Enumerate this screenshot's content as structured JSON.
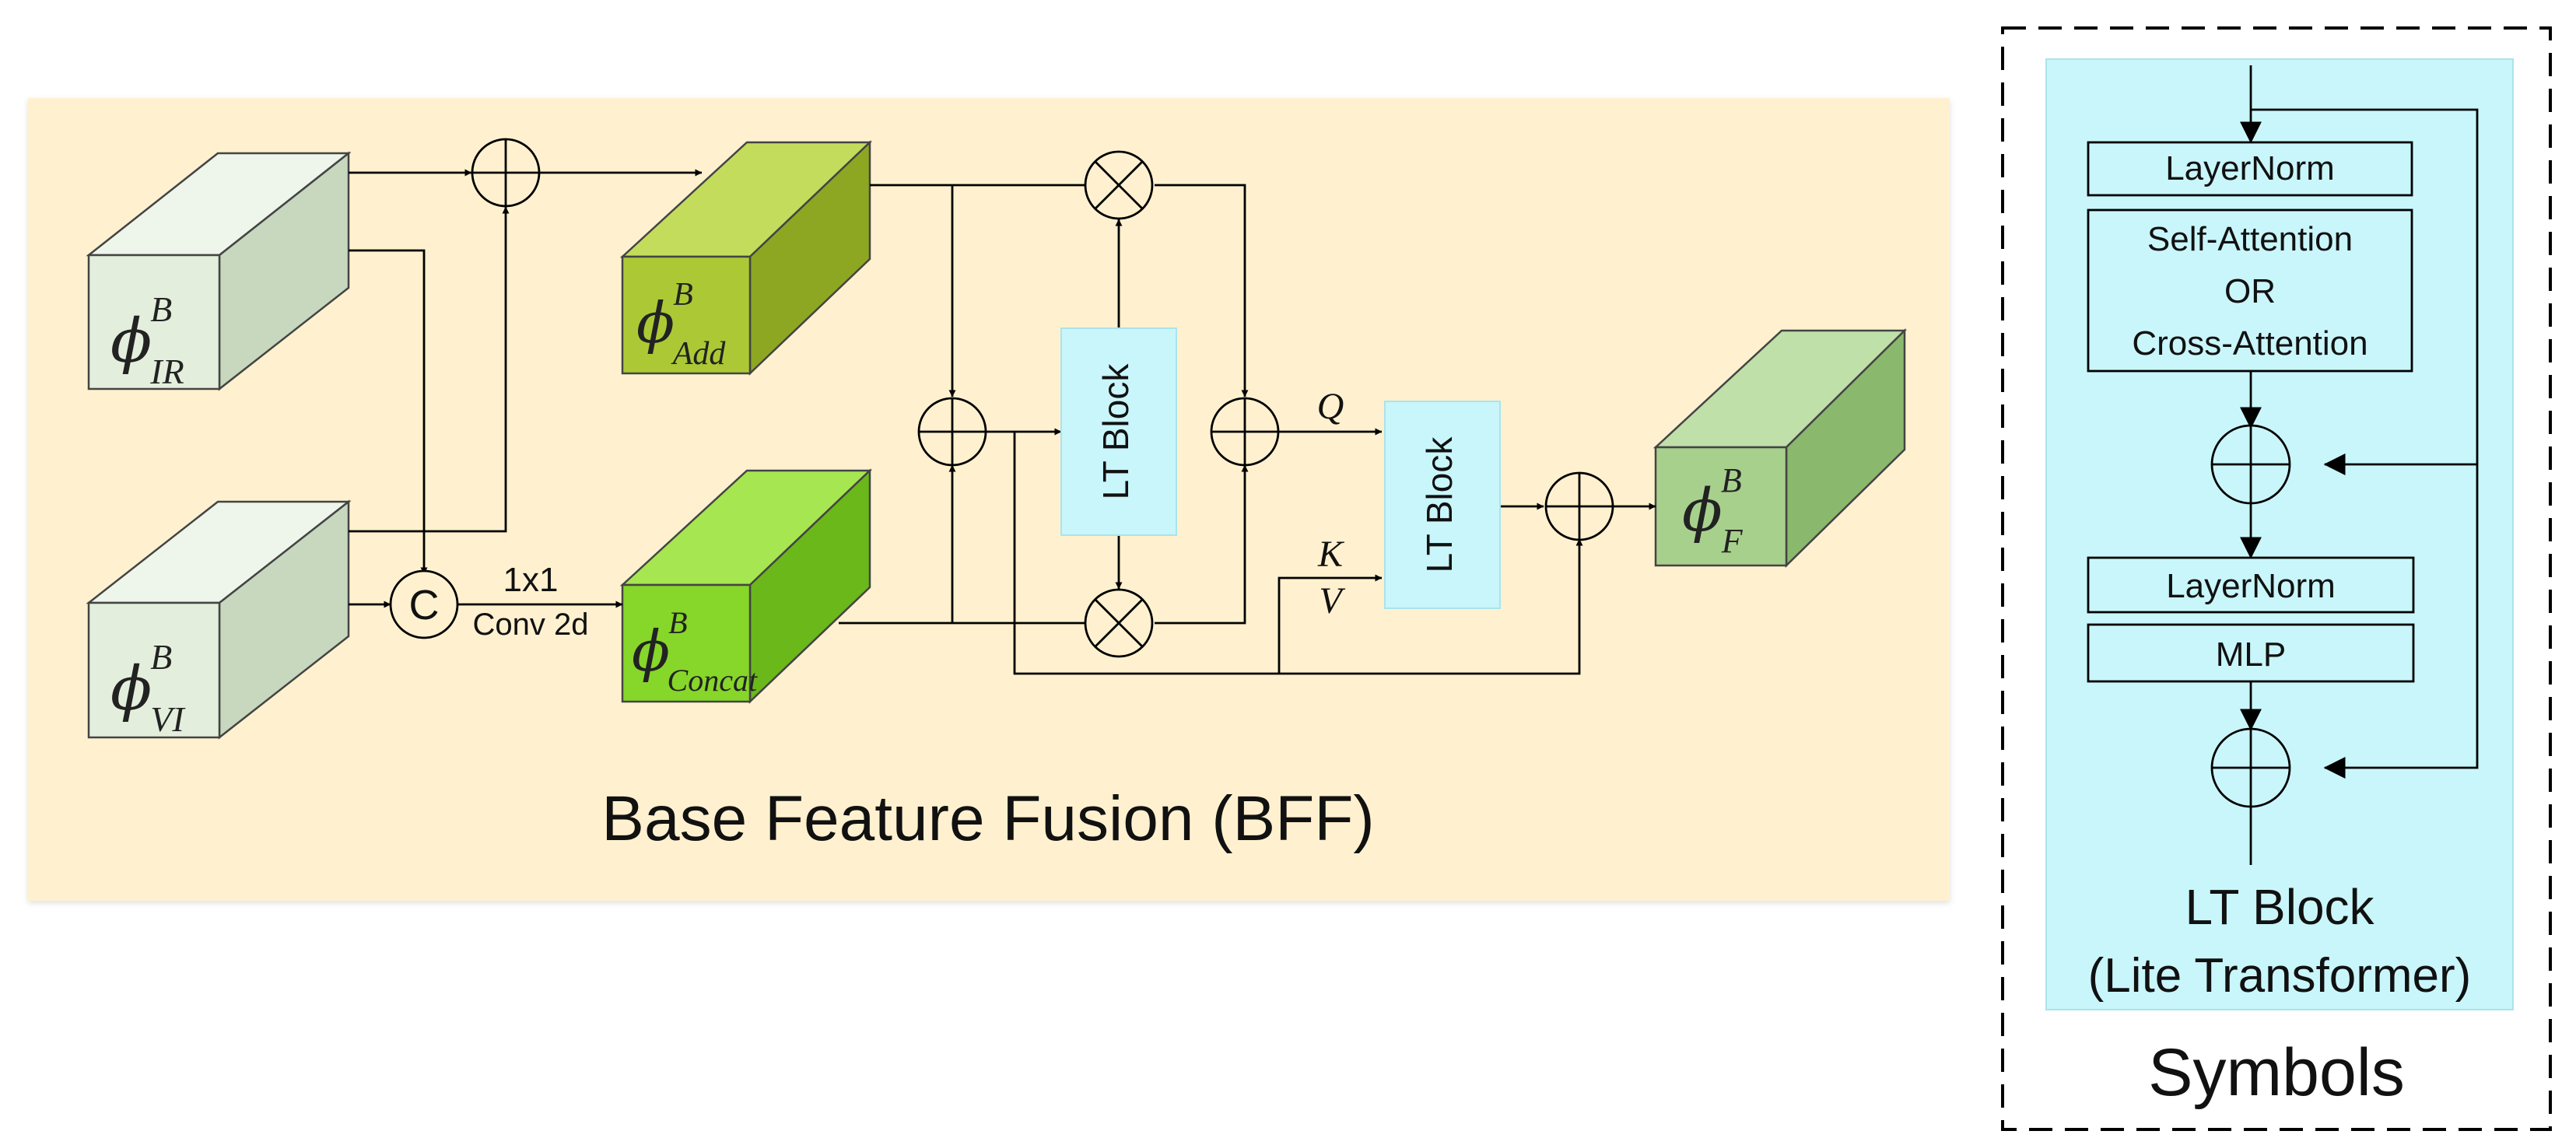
{
  "bff": {
    "title": "Base Feature Fusion (BFF)",
    "background_color": "#fff1cf",
    "inputs": {
      "ir": {
        "symbol": "ϕ",
        "sup": "B",
        "sub": "IR",
        "face_color": "#e3efdc"
      },
      "vi": {
        "symbol": "ϕ",
        "sup": "B",
        "sub": "VI",
        "face_color": "#e3efdc"
      }
    },
    "features": {
      "add": {
        "symbol": "ϕ",
        "sup": "B",
        "sub": "Add",
        "face_color": "#acc935"
      },
      "concat": {
        "symbol": "ϕ",
        "sup": "B",
        "sub": "Concat",
        "face_color": "#87d62a"
      },
      "fused": {
        "symbol": "ϕ",
        "sup": "B",
        "sub": "F",
        "face_color": "#a8d08d"
      }
    },
    "concat_op": {
      "label": "C"
    },
    "conv": {
      "line1": "1x1",
      "line2": "Conv 2d"
    },
    "lt_block_label": "LT Block",
    "lt_block_color": "#c9f6fb",
    "qkv": {
      "q": "Q",
      "k": "K",
      "v": "V"
    }
  },
  "symbols": {
    "caption": "Symbols",
    "panel_color": "#c9f6fb",
    "layernorm_1": "LayerNorm",
    "attention": [
      "Self-Attention",
      "OR",
      "Cross-Attention"
    ],
    "layernorm_2": "LayerNorm",
    "mlp": "MLP",
    "block_title": "LT Block",
    "block_subtitle": "(Lite Transformer)"
  }
}
